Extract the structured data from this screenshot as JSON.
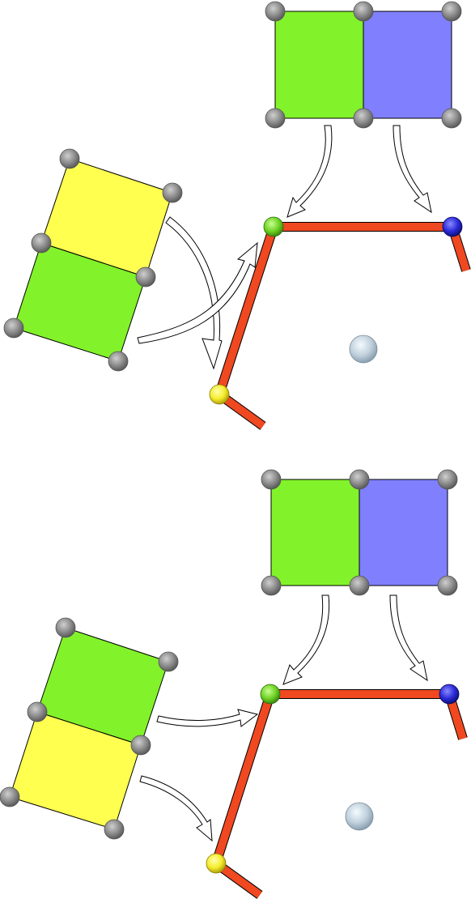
{
  "colors": {
    "green": "#82f22a",
    "blue": "#8080ff",
    "yellow": "#ffff50",
    "rod": "#f04820",
    "node_gray": "#8a8a8a",
    "joint_green": "#6ed224",
    "joint_blue": "#2a2ad8",
    "joint_yellow": "#f4ec28",
    "center_ball": "#c0d0dc",
    "arrow_fill": "#ffffff"
  },
  "panels": [
    {
      "panel": "top",
      "left_block_order": [
        "yellow",
        "green"
      ],
      "arrows_from_left_block_cross": true
    },
    {
      "panel": "bottom",
      "left_block_order": [
        "green",
        "yellow"
      ],
      "arrows_from_left_block_cross": false
    }
  ]
}
